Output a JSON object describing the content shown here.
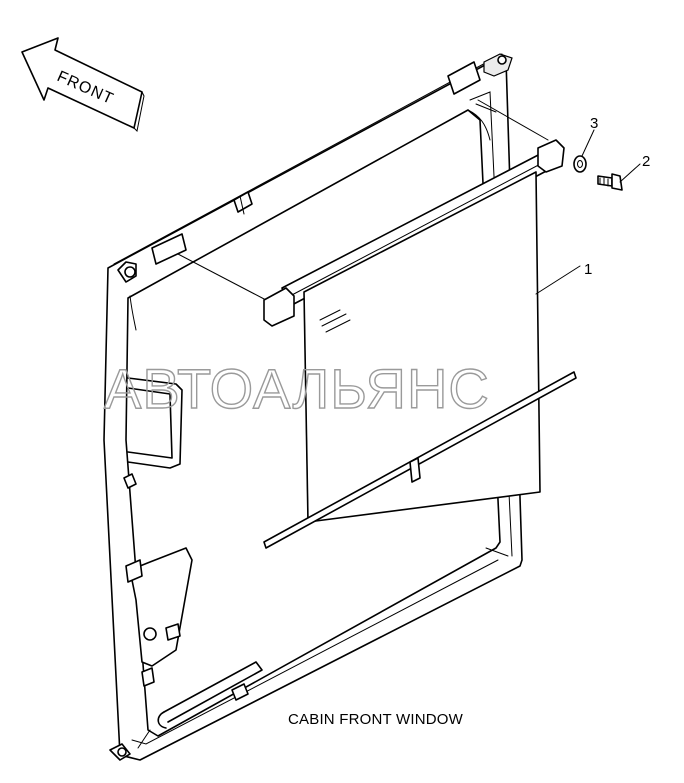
{
  "front_arrow": {
    "label": "FRONT"
  },
  "callouts": [
    {
      "id": "1",
      "label": "1"
    },
    {
      "id": "2",
      "label": "2"
    },
    {
      "id": "3",
      "label": "3"
    }
  ],
  "watermark": {
    "text": "АВТОАЛЬЯНС"
  },
  "caption": "CABIN FRONT WINDOW"
}
